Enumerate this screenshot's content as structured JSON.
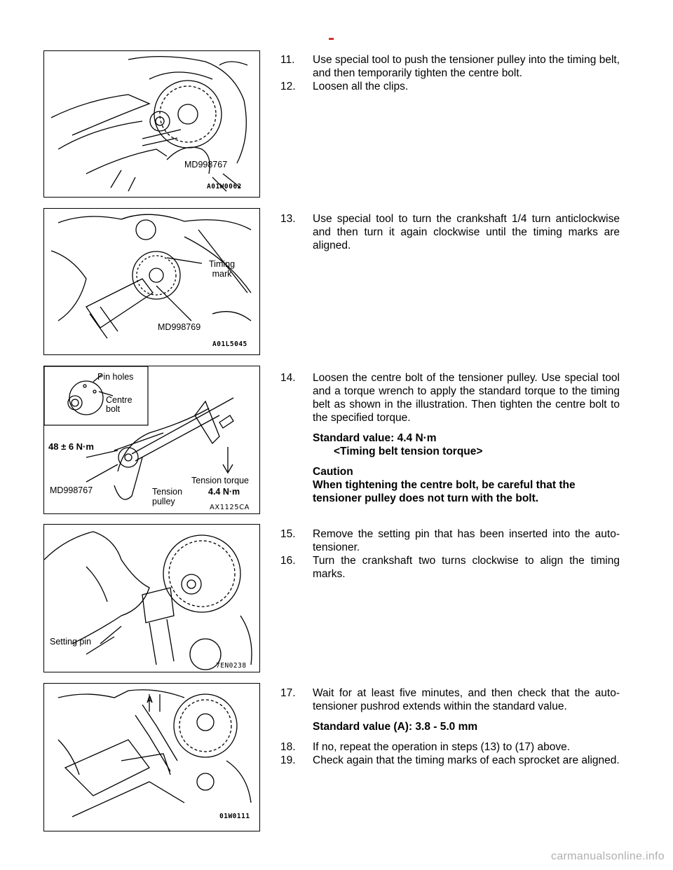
{
  "page": {
    "watermark": "carmanualsonline.info"
  },
  "figures": {
    "fig1": {
      "code": "A01W0062",
      "labels": {
        "tool": "MD998767"
      }
    },
    "fig2": {
      "code": "A01L5045",
      "labels": {
        "timing_mark_1": "Timing",
        "timing_mark_2": "mark",
        "tool": "MD998769"
      }
    },
    "fig3": {
      "code": "AX1125CA",
      "labels": {
        "pin_holes": "Pin holes",
        "centre_1": "Centre",
        "centre_2": "bolt",
        "torque": "48 ± 6 N·m",
        "tool": "MD998767",
        "tension_1": "Tension",
        "tension_2": "pulley",
        "tension_torque": "Tension torque",
        "tension_value": "4.4 N·m"
      }
    },
    "fig4": {
      "code": "7EN0238",
      "labels": {
        "setting_pin": "Setting pin"
      }
    },
    "fig5": {
      "code": "01W0111",
      "labels": {
        "a": "A"
      }
    }
  },
  "steps": {
    "s11": {
      "num": "11.",
      "text": "Use special tool to push the tensioner pulley into the timing belt, and then temporarily tighten the centre bolt."
    },
    "s12": {
      "num": "12.",
      "text": "Loosen all the clips."
    },
    "s13": {
      "num": "13.",
      "text": "Use special tool to turn the crankshaft 1/4 turn anticlockwise and then turn it again clockwise until the timing marks are aligned."
    },
    "s14": {
      "num": "14.",
      "text": "Loosen the centre bolt of the tensioner pulley. Use special tool and a torque wrench to apply the standard torque to the timing belt as shown in the illustration. Then tighten the centre bolt to the specified torque.",
      "standard_value": "Standard value: 4.4 N·m",
      "standard_note": "<Timing belt tension torque>",
      "caution_title": "Caution",
      "caution_text": "When tightening the centre bolt, be careful that the tensioner pulley does not turn with the bolt."
    },
    "s15": {
      "num": "15.",
      "text": "Remove the setting pin that has been inserted into the auto-tensioner."
    },
    "s16": {
      "num": "16.",
      "text": "Turn the crankshaft two turns clockwise to align the timing marks."
    },
    "s17": {
      "num": "17.",
      "text": "Wait for at least five minutes, and then check that the auto-tensioner pushrod extends within the standard value.",
      "standard_value": "Standard value (A): 3.8 - 5.0 mm"
    },
    "s18": {
      "num": "18.",
      "text": "If no, repeat the operation in steps (13) to (17) above."
    },
    "s19": {
      "num": "19.",
      "text": "Check again that the timing marks of each sprocket are aligned."
    }
  }
}
